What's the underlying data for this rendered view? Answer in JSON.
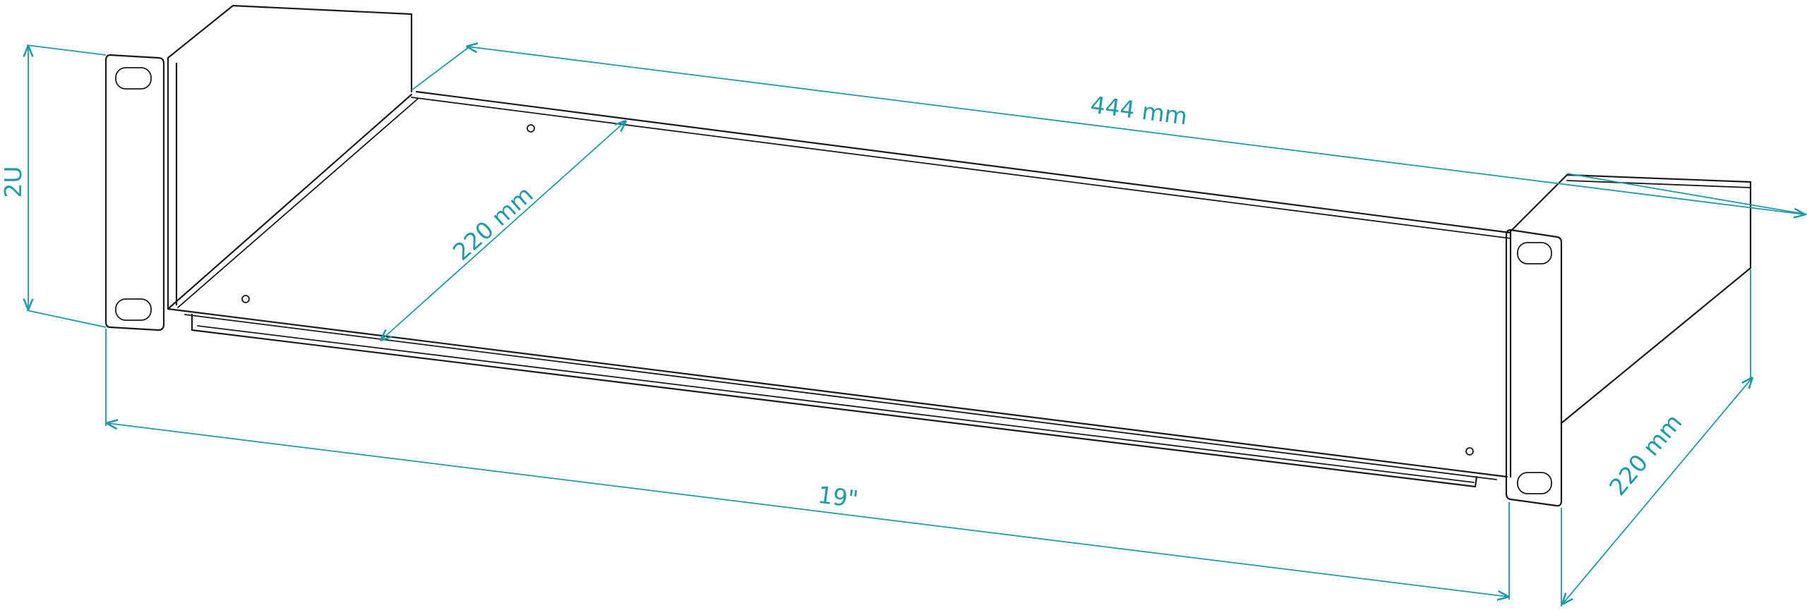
{
  "dimensions": {
    "height": "2U",
    "panel_width": "19\"",
    "tray_width": "444 mm",
    "tray_depth": "220 mm",
    "side_depth": "220 mm"
  },
  "colors": {
    "dimension": "#1f9aa6",
    "line": "#1a1a1a",
    "background": "#ffffff"
  }
}
